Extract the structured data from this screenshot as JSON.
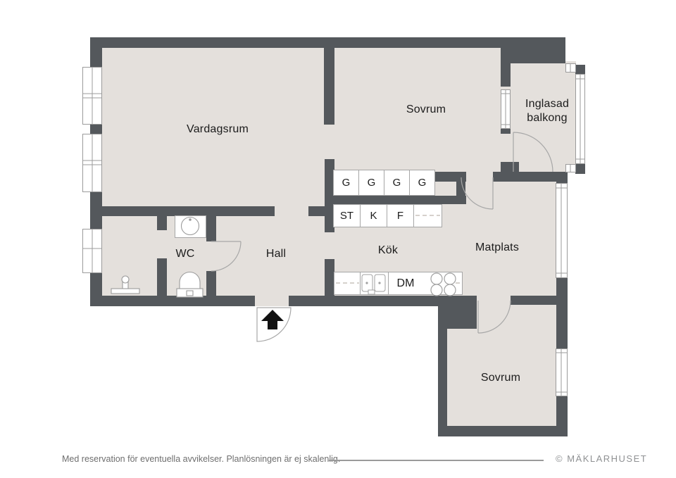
{
  "plan": {
    "rooms": {
      "vardagsrum": "Vardagsrum",
      "sovrum_1": "Sovrum",
      "balkong_line1": "Inglasad",
      "balkong_line2": "balkong",
      "wc": "WC",
      "hall": "Hall",
      "kok": "Kök",
      "matplats": "Matplats",
      "sovrum_2": "Sovrum"
    },
    "storage": {
      "g1": "G",
      "g2": "G",
      "g3": "G",
      "g4": "G",
      "st": "ST",
      "k": "K",
      "f": "F"
    },
    "appliances": {
      "dm": "DM"
    },
    "colors": {
      "wall": "#54585c",
      "floor": "#e4e0dc",
      "outline": "#9b9b9b",
      "arrow": "#111111"
    }
  },
  "footer": {
    "disclaimer": "Med reservation för eventuella avvikelser. Planlösningen är ej skalenlig.",
    "copyright": "© MÄKLARHUSET"
  }
}
